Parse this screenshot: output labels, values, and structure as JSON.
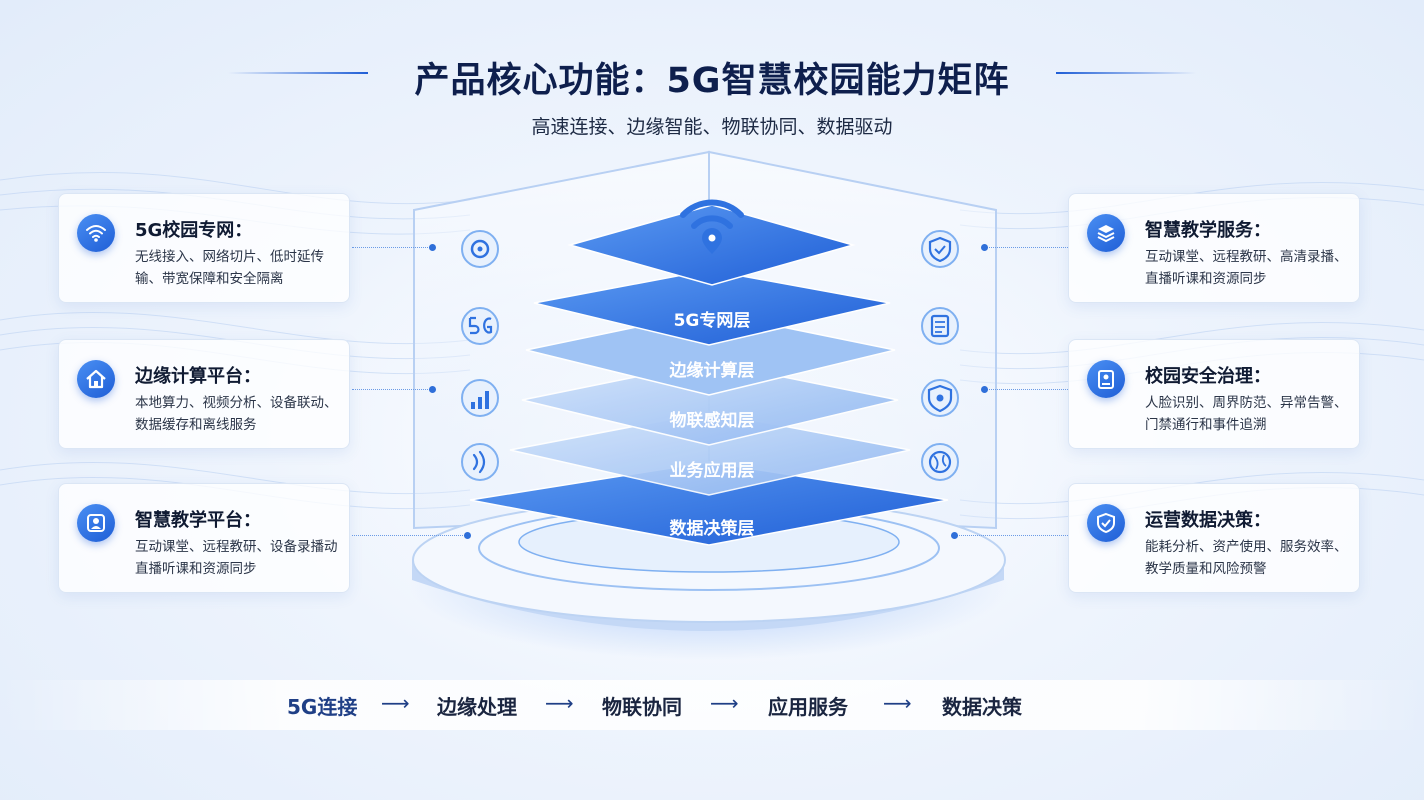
{
  "header": {
    "title": "产品核心功能：5G智慧校园能力矩阵",
    "subtitle": "高速连接、边缘智能、物联协同、数据驱动"
  },
  "left_cards": [
    {
      "title": "5G校园专网：",
      "desc": "无线接入、网络切片、低时延传输、带宽保障和安全隔离",
      "icon": "wifi-icon"
    },
    {
      "title": "边缘计算平台：",
      "desc": "本地算力、视频分析、设备联动、数据缓存和离线服务",
      "icon": "home-icon"
    },
    {
      "title": "智慧教学平台：",
      "desc": "互动课堂、远程教研、设备录播动直播听课和资源同步",
      "icon": "teacher-icon"
    }
  ],
  "right_cards": [
    {
      "title": "智慧教学服务：",
      "desc": "互动课堂、远程教研、高清录播、直播听课和资源同步",
      "icon": "layers-icon"
    },
    {
      "title": "校园安全治理：",
      "desc": "人脸识别、周界防范、异常告警、门禁通行和事件追溯",
      "icon": "badge-icon"
    },
    {
      "title": "运营数据决策：",
      "desc": "能耗分析、资产使用、服务效率、教学质量和风险预警",
      "icon": "shield-icon"
    }
  ],
  "layers": [
    "5G专网层",
    "边缘计算层",
    "物联感知层",
    "业务应用层",
    "数据决策层"
  ],
  "side_icons_left": [
    "target-icon",
    "5g-icon",
    "chart-icon",
    "signal-icon"
  ],
  "side_icons_right": [
    "shield-check-icon",
    "document-icon",
    "shield-icon",
    "globe-icon"
  ],
  "flow": {
    "steps": [
      "5G连接",
      "边缘处理",
      "物联协同",
      "应用服务",
      "数据决策"
    ],
    "arrow": "⟶"
  },
  "colors": {
    "accent": "#1f5ed6",
    "title": "#0e1f4d",
    "layer_light": "#a9c9f5",
    "layer_dark": "#2b6fe0"
  }
}
